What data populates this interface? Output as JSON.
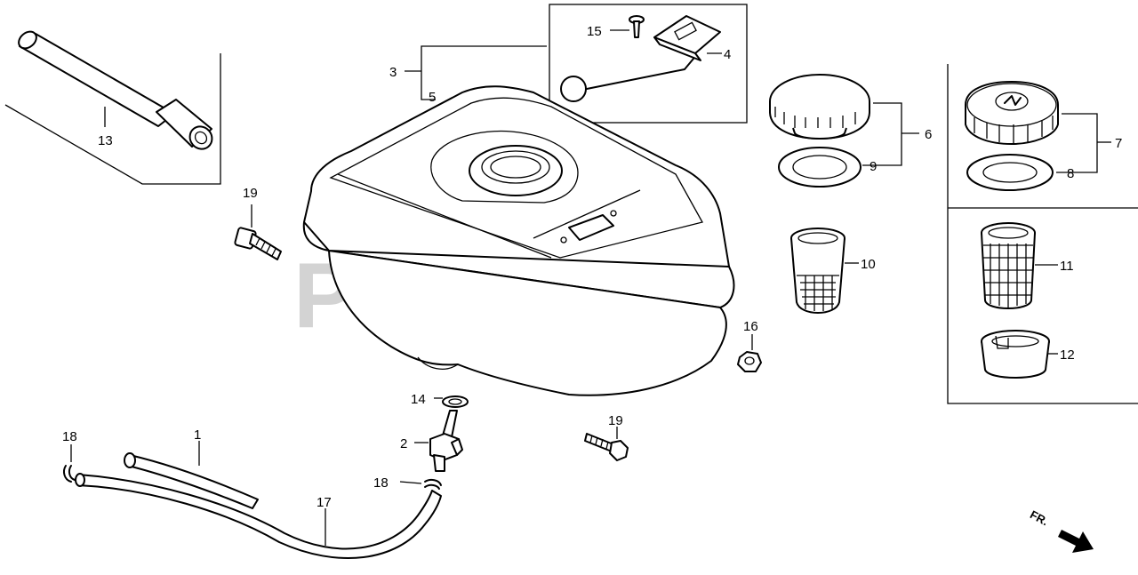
{
  "watermark": "PartsTree",
  "direction_indicator": {
    "label": "FR.",
    "icon": "arrow-right-down-icon"
  },
  "callouts": {
    "c1": "1",
    "c2": "2",
    "c3": "3",
    "c4": "4",
    "c5": "5",
    "c6": "6",
    "c7": "7",
    "c8": "8",
    "c9": "9",
    "c10": "10",
    "c11": "11",
    "c12": "12",
    "c13": "13",
    "c14": "14",
    "c15": "15",
    "c16": "16",
    "c17": "17",
    "c18a": "18",
    "c18b": "18",
    "c19a": "19",
    "c19b": "19"
  }
}
